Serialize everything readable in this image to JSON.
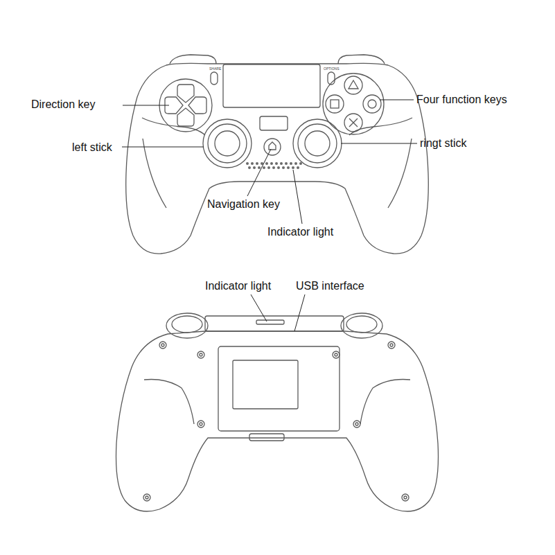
{
  "diagram": {
    "labels": [
      "SHARE",
      "OPTIONS",
      "Direction key",
      "Four function keys",
      "left stick",
      "ringt stick",
      "Navigation key",
      "Indicator light",
      "Indicator light",
      "USB interface"
    ]
  }
}
